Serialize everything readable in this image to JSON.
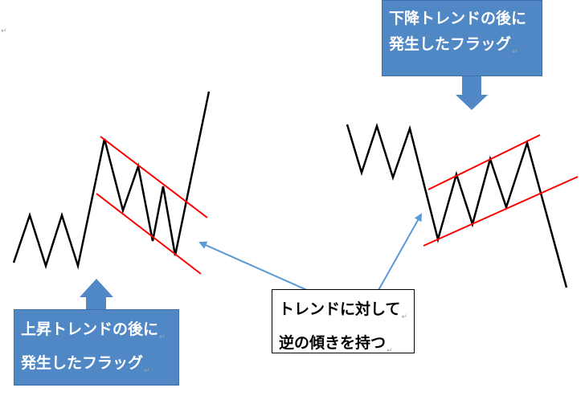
{
  "boxes": {
    "top_right": {
      "lines": [
        "下降トレンドの後に",
        "発生したフラッグ"
      ]
    },
    "bottom_left": {
      "lines": [
        "上昇トレンドの後に",
        "発生したフラッグ"
      ]
    },
    "center": {
      "lines": [
        "トレンドに対して",
        "逆の傾きを持つ"
      ]
    }
  },
  "paragraph_mark": "↵",
  "colors": {
    "box_blue": "#4f88c5",
    "down_arrow": "#4f88c5",
    "pointer_arrow": "#5b9bd5",
    "price_line": "#000000",
    "channel_line": "#ff0000"
  }
}
